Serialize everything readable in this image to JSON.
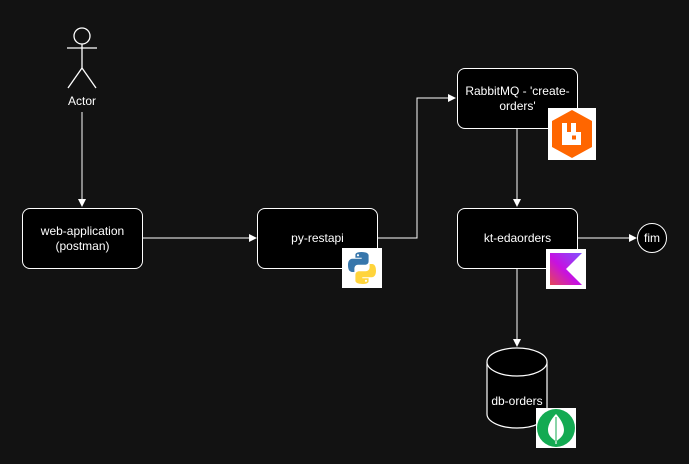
{
  "actor": {
    "label": "Actor",
    "icon": "stick-figure-icon"
  },
  "nodes": {
    "web_app": {
      "line1": "web-application",
      "line2": "(postman)"
    },
    "py_restapi": {
      "label": "py-restapi",
      "logo": "python-icon"
    },
    "rabbitmq": {
      "line1": "RabbitMQ - 'create-",
      "line2": "orders'",
      "logo": "rabbitmq-icon"
    },
    "kt_edaorders": {
      "label": "kt-edaorders",
      "logo": "kotlin-icon"
    },
    "db_orders": {
      "label": "db-orders",
      "logo": "mongodb-icon"
    },
    "fim": {
      "label": "fim"
    }
  },
  "colors": {
    "background": "#121212",
    "stroke": "#ffffff",
    "rabbitmq": "#FF6600",
    "python_blue": "#3776AB",
    "python_yellow": "#FFD43B",
    "kotlin_purple": "#7F52FF",
    "kotlin_orange": "#E44857",
    "mongodb_green": "#13AA52"
  }
}
